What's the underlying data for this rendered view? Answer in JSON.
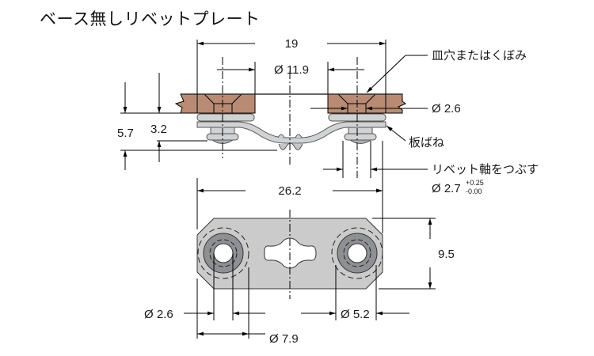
{
  "title": "ベース無しリベットプレート",
  "colors": {
    "panel_wood": "#b98b74",
    "metal_light": "#d0d2d4",
    "metal_dark": "#8e9093",
    "plate": "#cbcbcb",
    "line": "#000000"
  },
  "side_view": {
    "dimensions": {
      "overall_width": "19",
      "center_spacing": "Ø 11.9",
      "hole_dia": "Ø 2.6",
      "total_height": "5.7",
      "plate_height": "3.2"
    },
    "callouts": {
      "countersink": "皿穴またはくぼみ",
      "spring": "板ばね",
      "rivet_crush": "リベット軸をつぶす",
      "rivet_dia": "Ø 2.7",
      "rivet_tol_plus": "+0.25",
      "rivet_tol_minus": "-0.00"
    }
  },
  "top_view": {
    "dimensions": {
      "length": "26.2",
      "width": "9.5",
      "hole_dia": "Ø 2.6",
      "washer_dia": "Ø 7.9",
      "boss_dia": "Ø 5.2"
    }
  }
}
